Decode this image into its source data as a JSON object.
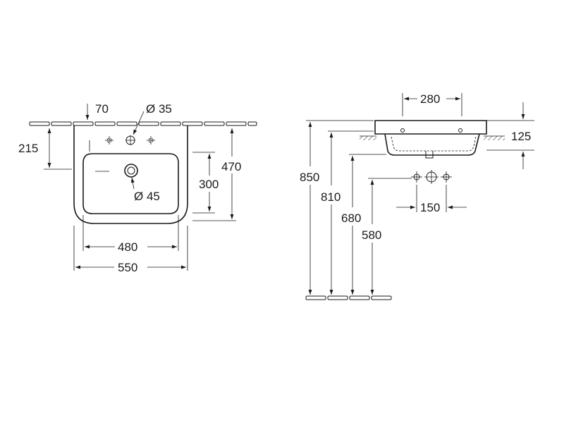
{
  "front_view": {
    "dim_tap_offset": "70",
    "dim_tap_hole": "Ø 35",
    "dim_waste_hole": "Ø 45",
    "dim_tap_height": "215",
    "dim_bowl_depth": "300",
    "dim_total_depth": "470",
    "dim_bowl_width": "480",
    "dim_total_width": "550"
  },
  "side_view": {
    "dim_hole_spacing": "280",
    "dim_rim_height": "125",
    "dim_tap_spacing": "150",
    "dim_h850": "850",
    "dim_h810": "810",
    "dim_h680": "680",
    "dim_h580": "580"
  }
}
